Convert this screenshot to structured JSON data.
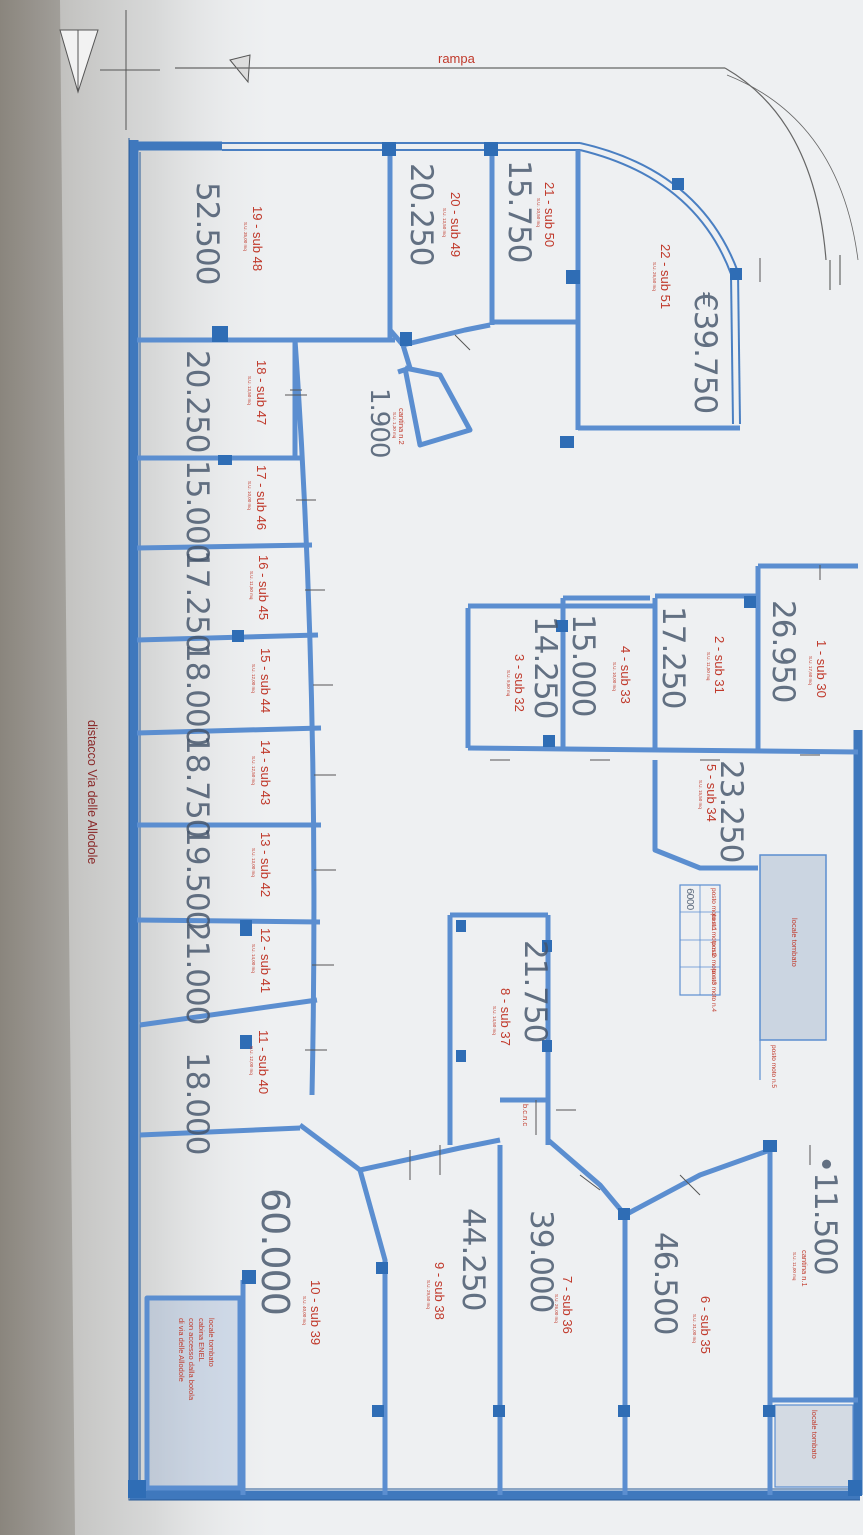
{
  "rampa": "rampa",
  "street": "distacco Via delle Allodole",
  "units": {
    "u1": {
      "label": "1 - sub 30",
      "area": "S.U. 17,60 mq",
      "hw": "26.950"
    },
    "u2": {
      "label": "2 - sub 31",
      "area": "S.U. 11,50 mq",
      "hw": "17.250"
    },
    "u3": {
      "label": "3 - sub 32",
      "area": "S.U. 9,50 mq",
      "hw": "14.250"
    },
    "u4": {
      "label": "4 - sub 33",
      "area": "S.U. 10,00 mq",
      "hw": "15.000"
    },
    "u5": {
      "label": "5 - sub 34",
      "area": "S.U. 15,50 mq",
      "hw": "23.250"
    },
    "u6": {
      "label": "6 - sub 35",
      "area": "S.U. 31,00 mq",
      "hw": "46.500"
    },
    "u7": {
      "label": "7 - sub 36",
      "area": "S.U. 26,00 mq",
      "hw": "39.000"
    },
    "u8": {
      "label": "8 - sub 37",
      "area": "S.U. 14,50 mq",
      "hw": "21.750"
    },
    "u9": {
      "label": "9 - sub 38",
      "area": "S.U. 29,50 mq",
      "hw": "44.250"
    },
    "u10": {
      "label": "10 - sub 39",
      "area": "S.U. 40,00 mq",
      "hw": "60.000"
    },
    "u11": {
      "label": "11 - sub 40",
      "area": "S.U. 12,00 mq",
      "hw": "18.000"
    },
    "u12": {
      "label": "12 - sub 41",
      "area": "S.U. 14,00 mq",
      "hw": "21.000"
    },
    "u13": {
      "label": "13 - sub 42",
      "area": "S.U. 13,00 mq",
      "hw": "19.500"
    },
    "u14": {
      "label": "14 - sub 43",
      "area": "S.U. 12,50 mq",
      "hw": "18.750"
    },
    "u15": {
      "label": "15 - sub 44",
      "area": "S.U. 12,00 mq",
      "hw": "18.000"
    },
    "u16": {
      "label": "16 - sub 45",
      "area": "S.U. 11,50 mq",
      "hw": "17.250"
    },
    "u17": {
      "label": "17 - sub 46",
      "area": "S.U. 10,00 mq",
      "hw": "15.000"
    },
    "u18": {
      "label": "18 - sub 47",
      "area": "S.U. 13,50 mq",
      "hw": "20.250"
    },
    "u19": {
      "label": "19 - sub 48",
      "area": "S.U. 35,00 mq",
      "hw": "52.500"
    },
    "u20": {
      "label": "20 - sub 49",
      "area": "S.U. 13,50 mq",
      "hw": "20.250"
    },
    "u21": {
      "label": "21 - sub 50",
      "area": "S.U. 10,50 mq",
      "hw": "15.750"
    },
    "u22": {
      "label": "22 - sub 51",
      "area": "S.U. 26,50 mq",
      "hw": "€39.750"
    }
  },
  "cantina1": {
    "label": "cantina n.1",
    "area": "S.U. 11,00 mq",
    "hw": "•11.500"
  },
  "cantina2": {
    "label": "cantina n.2",
    "area": "S.U. 1,30 mq",
    "hw": "1.900"
  },
  "locale_tombato_top": "locale tombato",
  "locale_tombato_mid": "locale tombato",
  "enel": [
    "locale tombato",
    "cabina ENEL",
    "con accesso dalla botola",
    "di via delle Allodole"
  ],
  "bcnc": "b.c.n.c",
  "moto": [
    "posto moto n.1",
    "posto moto n.2",
    "posto moto n.3",
    "posto moto n.4",
    "posto moto n.5"
  ],
  "moto_hw": "6000",
  "colors": {
    "wall": "#3f78bd",
    "wall_edge": "#285a96",
    "inner": "#5b8ed0",
    "pillar": "#2f6db5",
    "text_red": "#c0392b",
    "handwriting": "#44546a"
  }
}
